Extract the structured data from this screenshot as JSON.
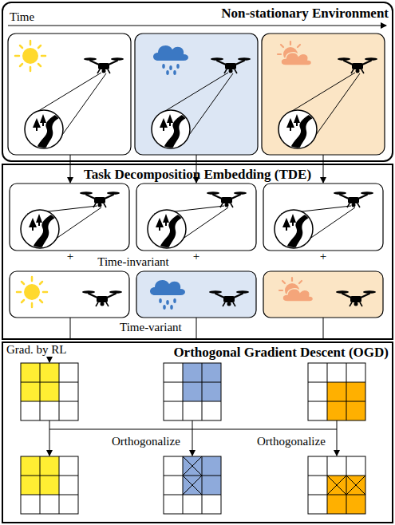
{
  "diagram": {
    "nodes": [
      {
        "text": [
          "Non-stationary Environment"
        ]
      },
      {
        "text": [
          "Task Decomposition Embedding (TDE)"
        ]
      },
      {
        "text": [
          "Orthogonal Gradient Descent (OGD)"
        ]
      }
    ],
    "labels": [
      "Time",
      "+",
      "+",
      "+",
      "Time-invariant",
      "Time-variant",
      "Grad. by RL",
      "Orthogonalize",
      "Orthogonalize"
    ]
  }
}
